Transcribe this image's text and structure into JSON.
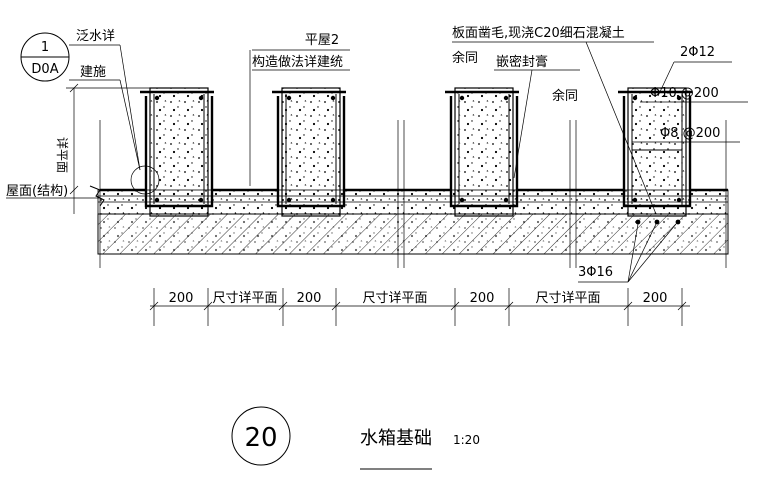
{
  "callout_detail": {
    "number": "1",
    "ref": "D0A"
  },
  "labels": {
    "flashing_detail": "泛水详",
    "arch_note": "建施",
    "roof_structure": "屋面(结构)",
    "see_plan_vertical": "详平面",
    "roof_ref_line1": "平屋2",
    "roof_ref_line2": "构造做法详建统",
    "concrete_note": "板面凿毛,现浇C20细石混凝土",
    "same_left": "余同",
    "sealant": "嵌密封膏",
    "same_right": "余同",
    "rebar_top": "2Φ12",
    "rebar_stirrup_1": "Φ10 @200",
    "rebar_stirrup_2": "Φ8 @200",
    "rebar_bottom": "3Φ16"
  },
  "dimensions": [
    "200",
    "尺寸详平面",
    "200",
    "尺寸详平面",
    "200",
    "尺寸详平面",
    "200"
  ],
  "title": {
    "number": "20",
    "name": "水箱基础",
    "scale": "1:20"
  }
}
